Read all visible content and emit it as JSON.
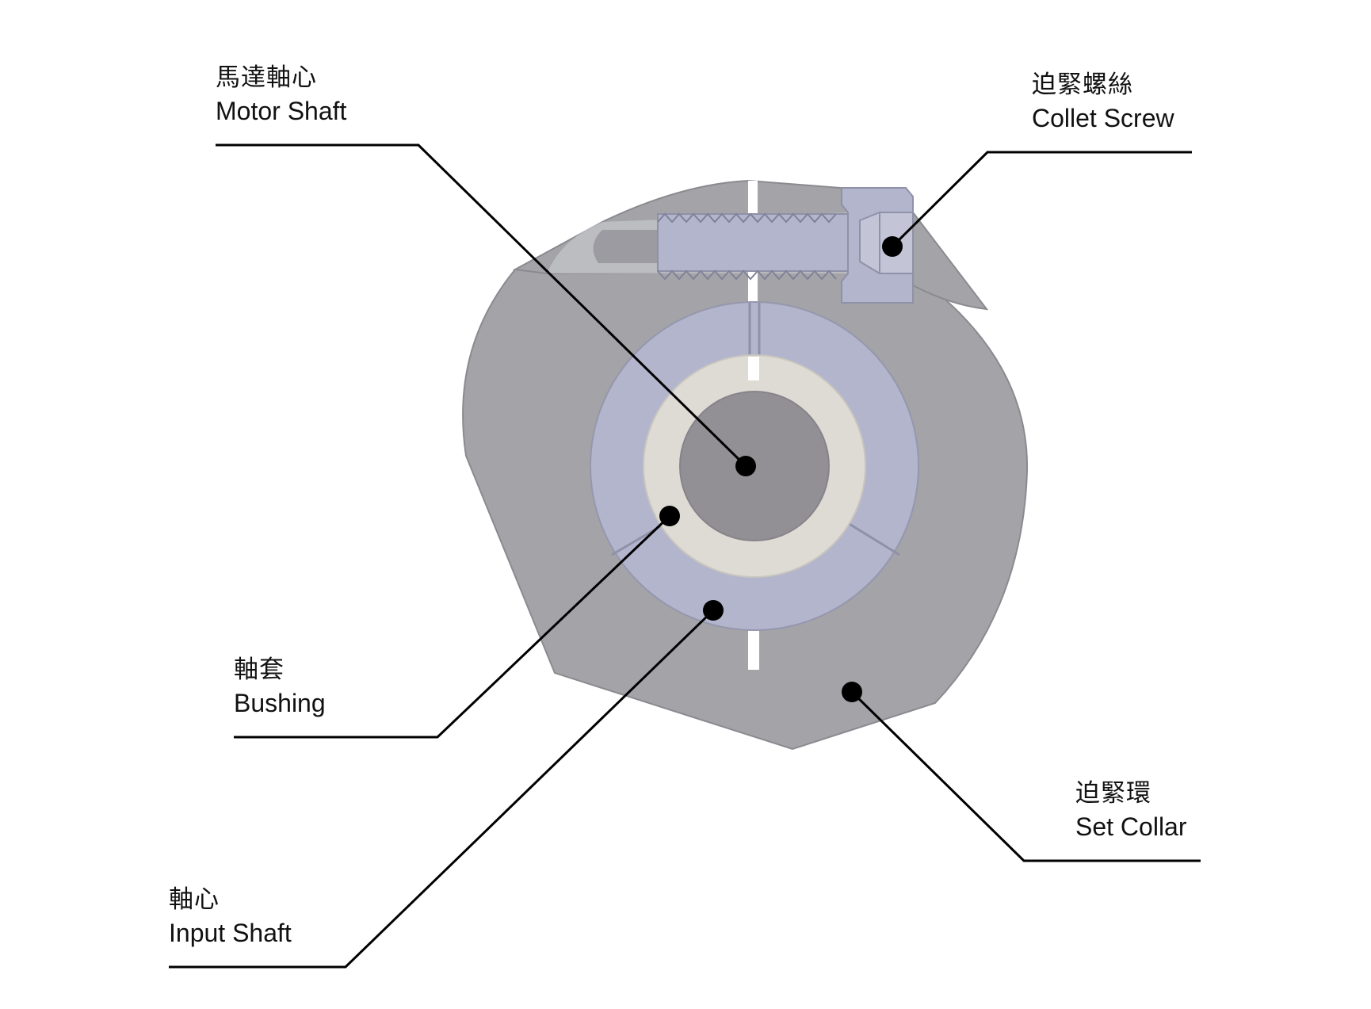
{
  "callouts": {
    "motor_shaft": {
      "zh": "馬達軸心",
      "en": "Motor Shaft"
    },
    "collet_screw": {
      "zh": "迫緊螺絲",
      "en": "Collet Screw"
    },
    "bushing": {
      "zh": "軸套",
      "en": "Bushing"
    },
    "input_shaft": {
      "zh": "軸心",
      "en": "Input Shaft"
    },
    "set_collar": {
      "zh": "迫緊環",
      "en": "Set Collar"
    }
  },
  "colors": {
    "collar": "#a3a3a8",
    "collar_dark": "#8f9096",
    "bushing": "#b3b5cc",
    "insert": "#dedad4",
    "shaft": "#929095",
    "screw": "#b3b5cc",
    "leader": "#000000"
  }
}
